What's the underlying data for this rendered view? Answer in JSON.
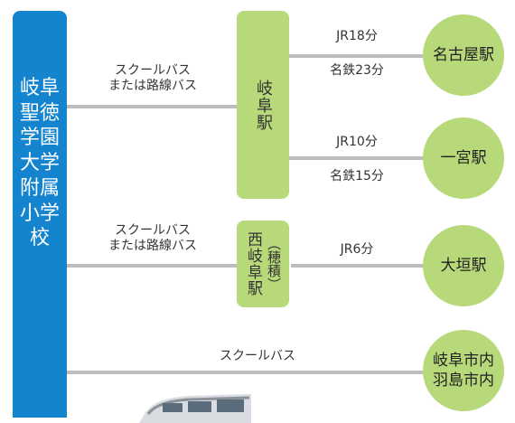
{
  "school": {
    "name": "岐阜聖徳学園大学附属小学校"
  },
  "stations": {
    "gifu": "岐阜駅",
    "nishigifu": "西岐阜駅",
    "nishigifu_sub": "（穂積）"
  },
  "routes": {
    "to_gifu": {
      "line1": "スクールバス",
      "line2": "または路線バス"
    },
    "to_nishigifu": {
      "line1": "スクールバス",
      "line2": "または路線バス"
    },
    "direct": "スクールバス",
    "nagoya_jr": "JR18分",
    "nagoya_meitetsu": "名鉄23分",
    "ichinomiya_jr": "JR10分",
    "ichinomiya_meitetsu": "名鉄15分",
    "ogaki_jr": "JR6分"
  },
  "destinations": {
    "nagoya": "名古屋駅",
    "ichinomiya": "一宮駅",
    "ogaki": "大垣駅",
    "city_line1": "岐阜市内",
    "city_line2": "羽島市内"
  },
  "colors": {
    "school": "#1484cf",
    "station": "#b7d97a",
    "connector": "#bdbdbd"
  }
}
